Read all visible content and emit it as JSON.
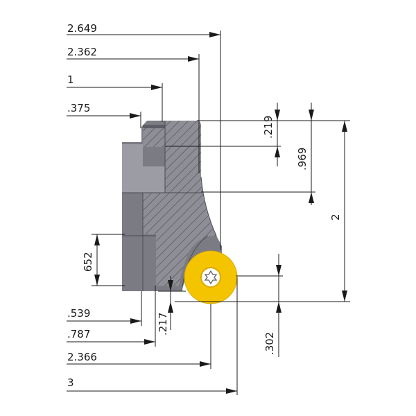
{
  "dimensions": {
    "d_2649": "2.649",
    "d_2362": "2.362",
    "d_1": "1",
    "d_375": ".375",
    "d_219": ".219",
    "d_969": ".969",
    "d_2": "2",
    "d_652": "652",
    "d_539": ".539",
    "d_787": ".787",
    "d_217": ".217",
    "d_2366": "2.366",
    "d_302": ".302",
    "d_3": "3"
  },
  "colors": {
    "body": "#7b7b84",
    "body_dark": "#5e5e66",
    "body_light": "#9c9ca4",
    "section": "#8e8e96",
    "hatch": "#4a4a52",
    "insert": "#f5c400",
    "insert_edge": "#d9a900",
    "screw": "#ffffff",
    "line": "#1a1a1a"
  },
  "icons": {
    "screw": "torx-screw-icon"
  }
}
